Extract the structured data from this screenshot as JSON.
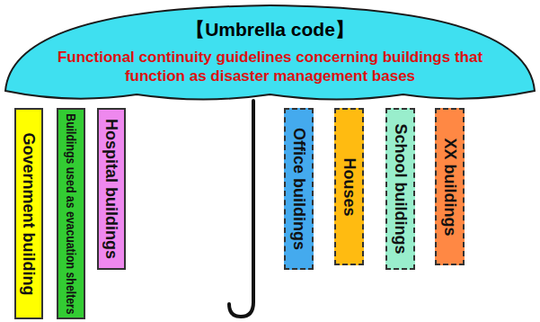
{
  "diagram": {
    "nodes": [
      {
        "text": [
          "【Umbrella code】",
          "Functional continuity guidelines concerning buildings that function as disaster management bases"
        ]
      },
      {
        "text": [
          "Government building"
        ]
      },
      {
        "text": [
          "Buildings used as evacuation shelters"
        ]
      },
      {
        "text": [
          "Hospital buildings"
        ]
      },
      {
        "text": [
          "Office buildings"
        ]
      },
      {
        "text": [
          "Houses"
        ]
      },
      {
        "text": [
          "School buildings"
        ]
      },
      {
        "text": [
          "XX buildings"
        ]
      }
    ]
  }
}
